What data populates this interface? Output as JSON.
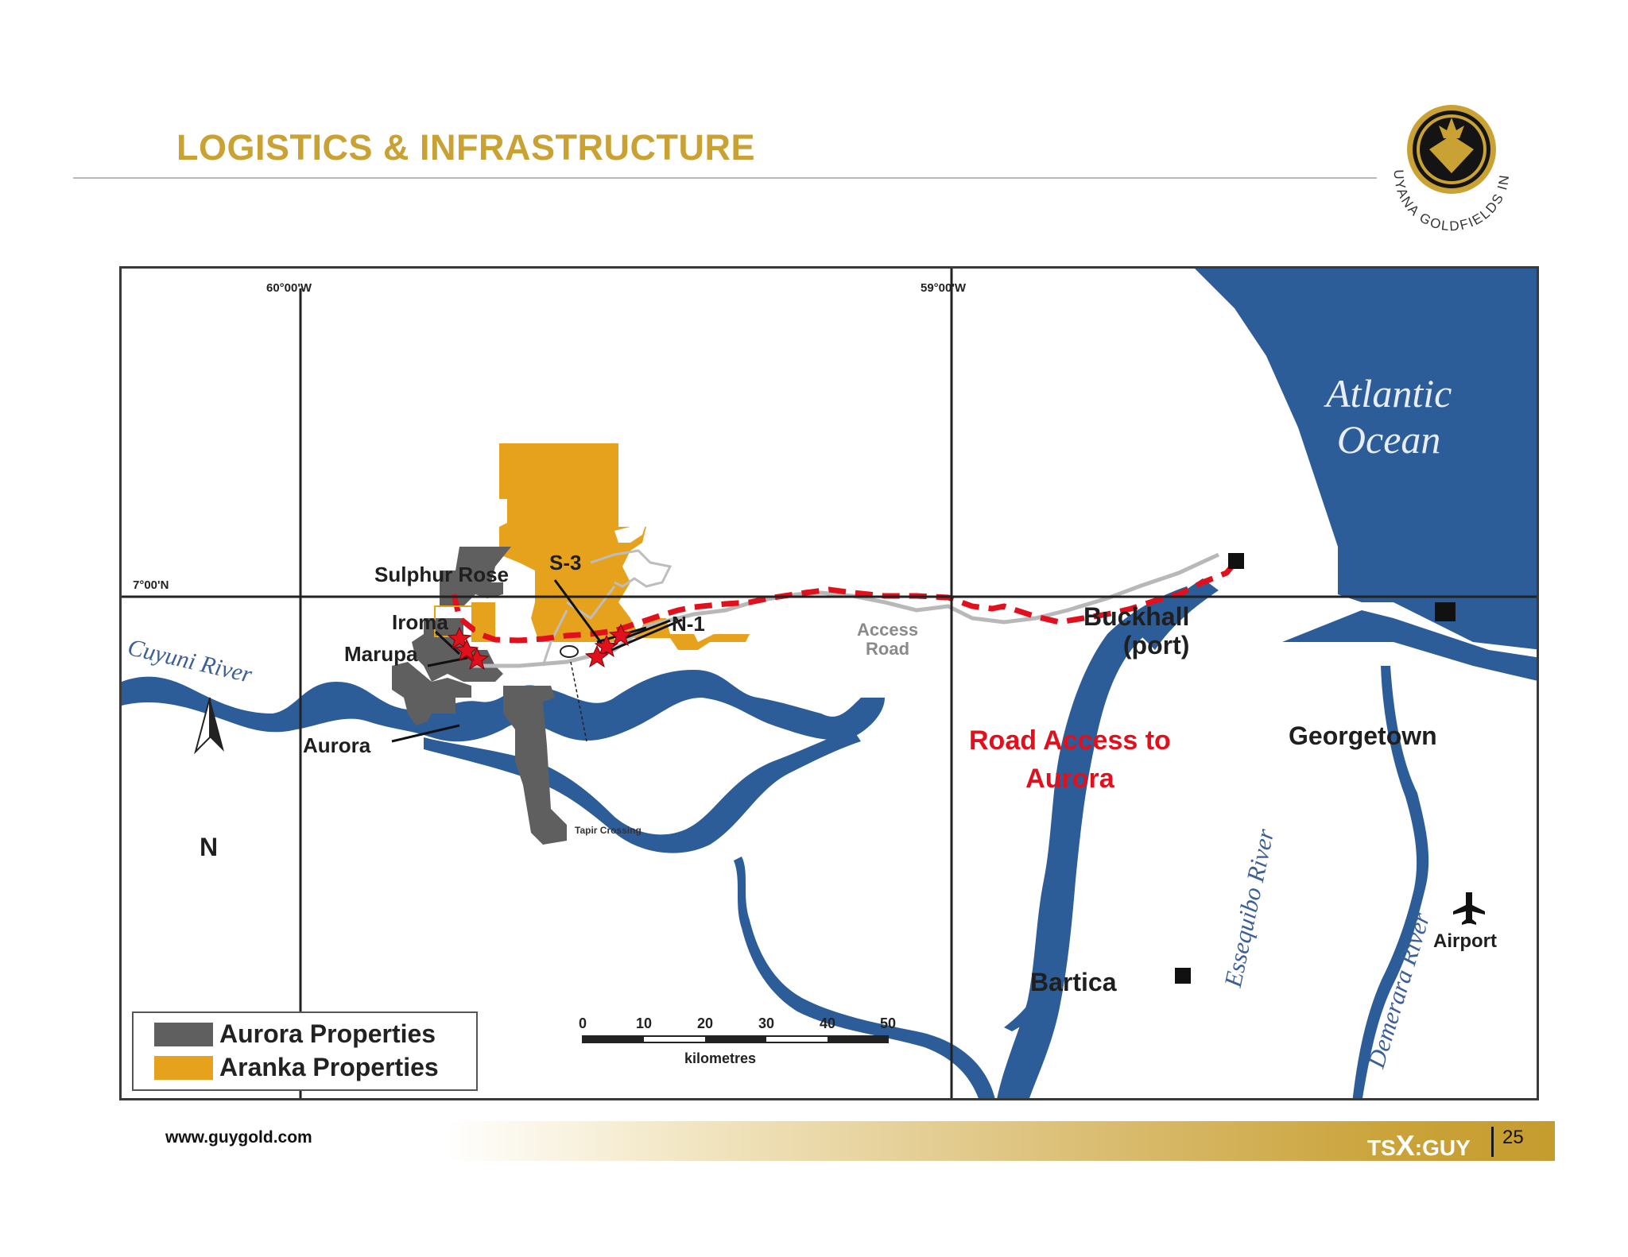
{
  "header": {
    "title": "LOGISTICS & INFRASTRUCTURE"
  },
  "logo": {
    "text": "GUYANA GOLDFIELDS INC."
  },
  "map": {
    "grid_labels": {
      "lon_west": "60°00'W",
      "lon_east": "59°00'W",
      "lat": "7°00'N"
    },
    "sites": {
      "sulphur_rose": "Sulphur Rose",
      "s3": "S-3",
      "iroma": "Iroma",
      "n1": "N-1",
      "marupa": "Marupa",
      "aurora": "Aurora"
    },
    "access_road": {
      "line1": "Access",
      "line2": "Road"
    },
    "tapir_crossing": "Tapir Crossing",
    "buckhall": {
      "line1": "Buckhall",
      "line2": "(port)"
    },
    "georgetown": "Georgetown",
    "bartica": "Bartica",
    "airport": "Airport",
    "road_access": {
      "line1": "Road Access to",
      "line2": "Aurora"
    },
    "water": {
      "ocean_line1": "Atlantic",
      "ocean_line2": "Ocean",
      "cuyuni": "Cuyuni River",
      "essequibo": "Essequibo River",
      "demerara": "Demerara River"
    },
    "north": "N",
    "legend": [
      {
        "label": "Aurora Properties",
        "color": "#5f5f5f"
      },
      {
        "label": "Aranka Properties",
        "color": "#e6a21c"
      }
    ],
    "scale": {
      "ticks": [
        "0",
        "10",
        "20",
        "30",
        "40",
        "50"
      ],
      "unit": "kilometres"
    },
    "colors": {
      "water": "#2c5d99",
      "route": "#e0101d",
      "aranka": "#e6a21c",
      "aurora": "#5f5f5f"
    }
  },
  "footer": {
    "url": "www.guygold.com",
    "ticker_prefix": "TS",
    "ticker_x": "X",
    "ticker_suffix": ":GUY",
    "page": "25"
  }
}
